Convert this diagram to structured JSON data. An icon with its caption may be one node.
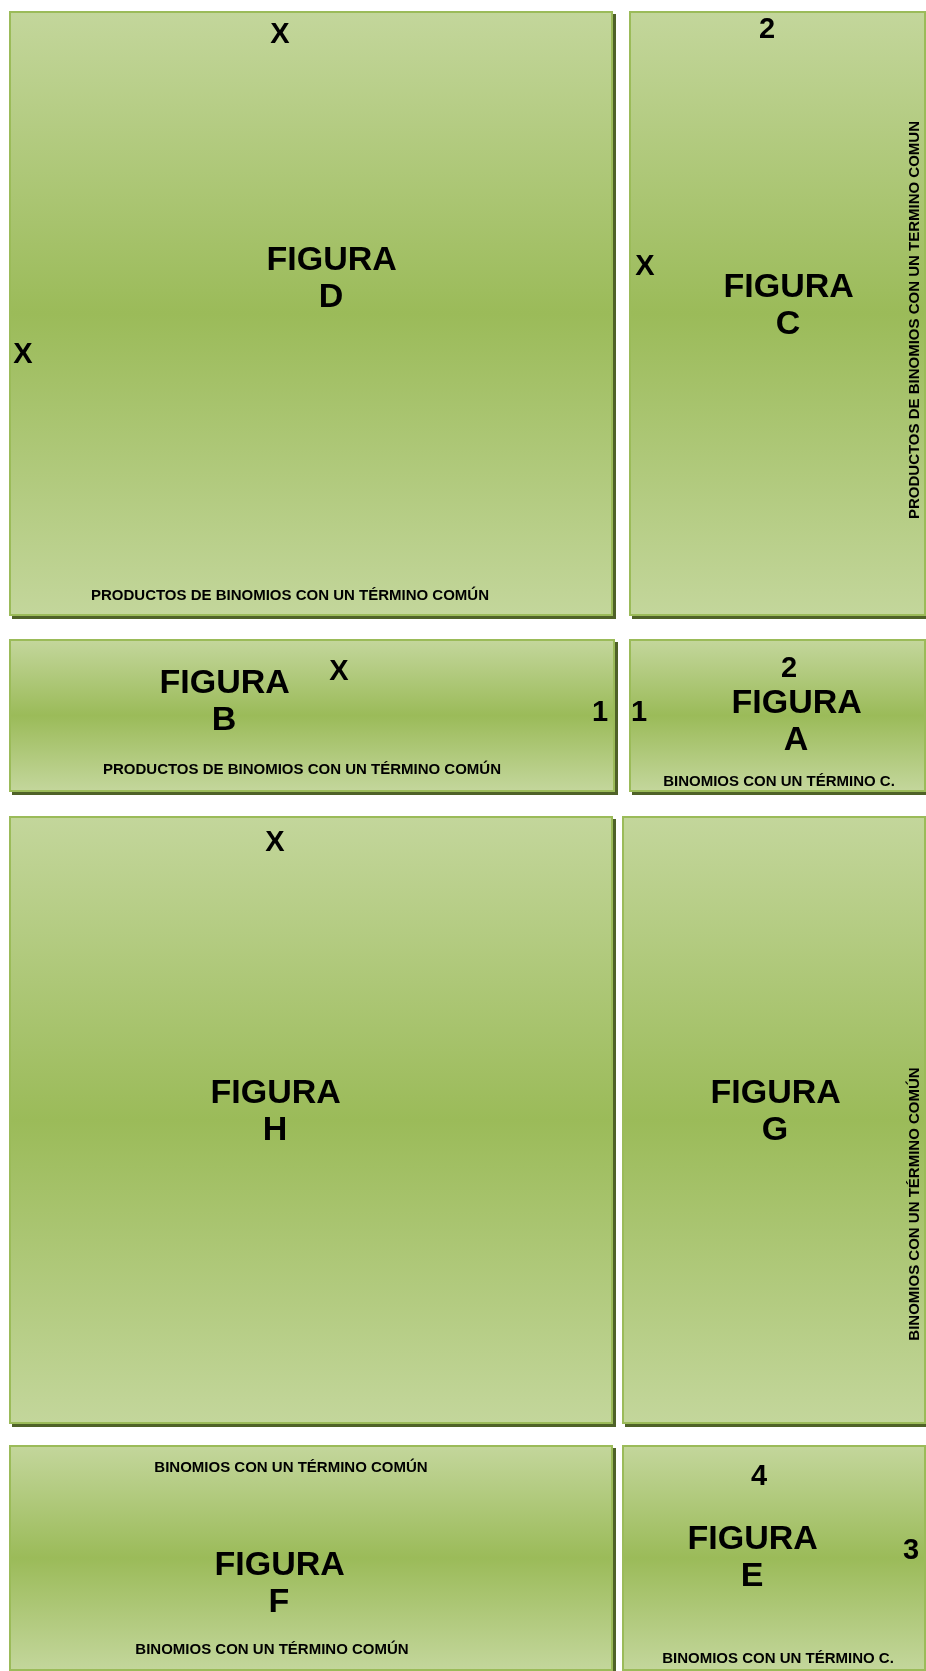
{
  "diagram": {
    "nodes": [
      {
        "text": [
          "X",
          "FIGURA D",
          "X",
          "PRODUCTOS DE BINOMIOS CON UN TÉRMINO COMÚN"
        ]
      },
      {
        "text": [
          "2",
          "X",
          "FIGURA C",
          "PRODUCTOS DE BINOMIOS CON UN TERMINO COMUN"
        ]
      },
      {
        "text": [
          "X",
          "FIGURA B",
          "1",
          "PRODUCTOS DE BINOMIOS CON UN TÉRMINO COMÚN"
        ]
      },
      {
        "text": [
          "2",
          "1",
          "FIGURA A",
          "BINOMIOS CON UN TÉRMINO C."
        ]
      },
      {
        "text": [
          "X",
          "FIGURA H"
        ]
      },
      {
        "text": [
          "FIGURA G",
          "BINOMIOS CON UN TÉRMINO COMÚN"
        ]
      },
      {
        "text": [
          "BINOMIOS CON UN TÉRMINO COMÚN",
          "FIGURA F",
          "BINOMIOS CON UN TÉRMINO COMÚN"
        ]
      },
      {
        "text": [
          "4",
          "FIGURA E",
          "3",
          "BINOMIOS CON UN TÉRMINO C."
        ]
      }
    ]
  }
}
